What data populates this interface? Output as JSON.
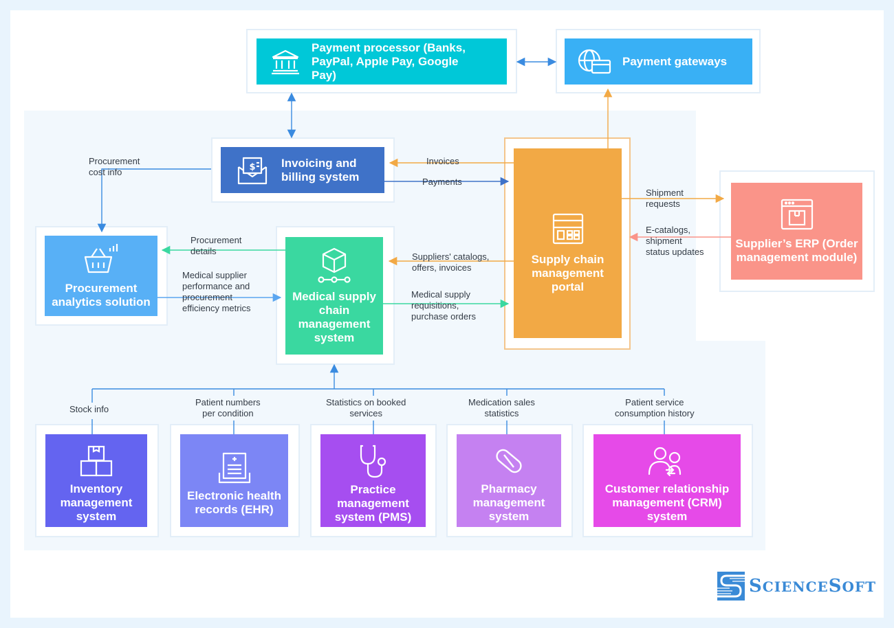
{
  "boxes": {
    "payment_processor": {
      "label": "Payment processor (Banks, PayPal, Apple Pay, Google Pay)",
      "color": "#00c8d8"
    },
    "payment_gateways": {
      "label": "Payment gateways",
      "color": "#39b0f5"
    },
    "invoicing": {
      "label": "Invoicing and billing system",
      "color": "#3f72c8"
    },
    "portal": {
      "label": "Supply chain management portal",
      "color": "#f2a945"
    },
    "supplier_erp": {
      "label": "Supplier’s ERP (Order management module)",
      "color": "#fa9489"
    },
    "procurement_analytics": {
      "label": "Procurement analytics solution",
      "color": "#58b0f6"
    },
    "medical_scm": {
      "label": "Medical supply chain management system",
      "color": "#3ad8a0"
    },
    "inventory": {
      "label": "Inventory management system",
      "color": "#6464f0"
    },
    "ehr": {
      "label": "Electronic health records (EHR)",
      "color": "#7c86f5"
    },
    "pms": {
      "label": "Practice management system (PMS)",
      "color": "#a64ef0"
    },
    "pharmacy": {
      "label": "Pharmacy management system",
      "color": "#c581f1"
    },
    "crm": {
      "label": "Customer relationship management (CRM) system",
      "color": "#e64ae8"
    }
  },
  "flows": {
    "invoices": "Invoices",
    "payments": "Payments",
    "procurement_cost_info": "Procurement\ncost info",
    "shipment_requests": "Shipment\nrequests",
    "ecatalogs": "E-catalogs,\nshipment\nstatus updates",
    "procurement_details": "Procurement\ndetails",
    "supplier_metrics": "Medical supplier\nperformance and\nprocurement\nefficiency metrics",
    "suppliers_catalogs": "Suppliers' catalogs,\noffers, invoices",
    "requisitions": "Medical supply\nrequisitions,\npurchase orders",
    "stock_info": "Stock info",
    "patient_numbers": "Patient numbers\nper condition",
    "booked_services": "Statistics on booked\nservices",
    "medication_sales": "Medication sales\nstatistics",
    "service_history": "Patient service\nconsumption history"
  },
  "colors": {
    "blue_arrow": "#3a8be0",
    "orange_arrow": "#f2a945",
    "green_arrow": "#3ad8a0",
    "salmon_arrow": "#fa9489",
    "navy_arrow": "#3f72c8"
  },
  "logo": {
    "part1_big": "S",
    "part1_small": "CIENCE",
    "part2_big": "S",
    "part2_small": "OFT"
  }
}
